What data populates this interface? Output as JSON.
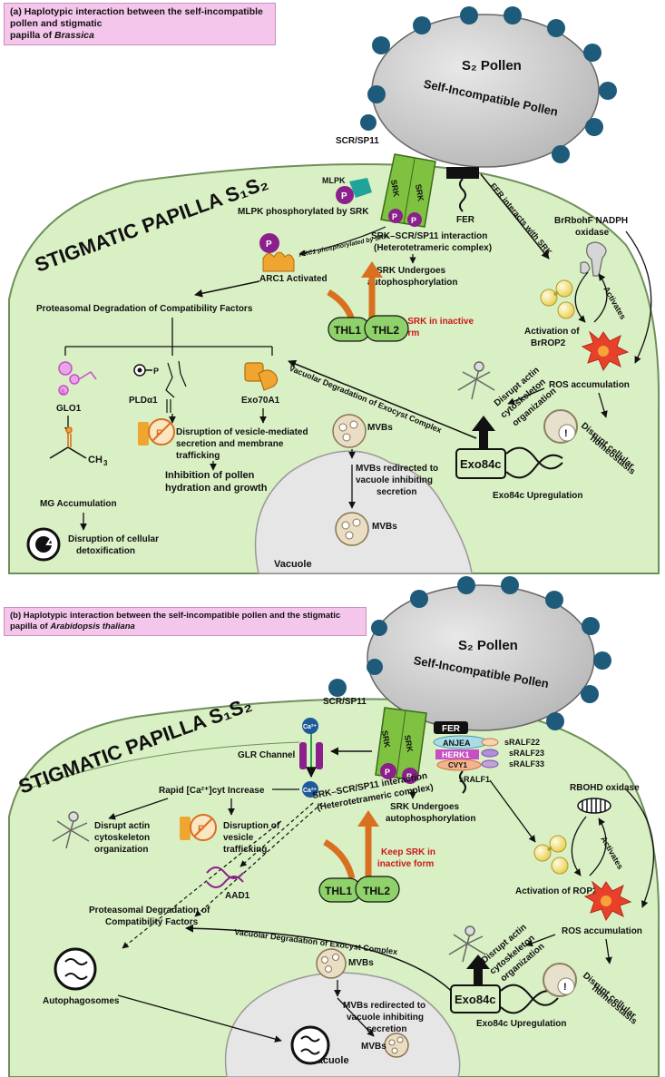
{
  "panel_a": {
    "caption_line1": "(a) Haplotypic interaction between the self-incompatible pollen and stigmatic",
    "caption_line2_pre": "papilla of ",
    "caption_line2_italic": "Brassica",
    "pollen_title": "S₂ Pollen",
    "pollen_subtitle": "Self-Incompatible Pollen",
    "scr": "SCR/SP11",
    "papilla_title": "STIGMATIC PAPILLA S₁S₂",
    "srk": "SRK",
    "p": "P",
    "mlpk": "MLPK",
    "mlpk_phos": "MLPK phosphorylated by SRK",
    "arc1_phos": "ARC1 phosphorylated by SRK",
    "arc1_activated": "ARC1 Activated",
    "fer": "FER",
    "fer_interacts": "FER interacts with SRK",
    "brrboh_l1": "BrRbohF NADPH",
    "brrboh_l2": "oxidase",
    "activates": "Activates",
    "activation_rop2_l1": "Activation of",
    "activation_rop2_l2": "BrROP2",
    "ros": "ROS accumulation",
    "disrupt_actin_l1": "Disrupt actin",
    "disrupt_actin_l2": "cytoskeleton",
    "disrupt_actin_l3": "organization",
    "disrupt_homeo_l1": "Disrupt cellular",
    "disrupt_homeo_l2": "homeostasis",
    "srk_interaction_l1": "SRK–SCR/SP11 interaction",
    "srk_interaction_l2": "(Heterotetrameric complex)",
    "srk_auto_l1": "SRK Undergoes",
    "srk_auto_l2": "autophosphorylation",
    "keep_srk_l1": "Keep SRK in inactive",
    "keep_srk_l2": "form",
    "thl1": "THL1",
    "thl2": "THL2",
    "proteasomal": "Proteasomal Degradation of Compatibility Factors",
    "glo1": "GLO1",
    "pld": "PLDα1",
    "exo70": "Exo70A1",
    "disruption_l1": "Disruption of  vesicle-mediated",
    "disruption_l2": "secretion and membrane",
    "disruption_l3": "trafficking",
    "inhibition_l1": "Inhibition of pollen",
    "inhibition_l2": "hydration and growth",
    "ch3": "CH",
    "sub3": "3",
    "mg_accum": "MG Accumulation",
    "detox_l1": "Disruption of cellular",
    "detox_l2": "detoxification",
    "vacuolar_deg": "Vacuolar Degradation of Exocyst Complex",
    "mvbs": "MVBs",
    "mvbs_redirect_l1": "MVBs redirected to",
    "mvbs_redirect_l2": "vacuole inhibiting",
    "mvbs_redirect_l3": "secretion",
    "mvbs2": "MVBs",
    "exo84c": "Exo84c",
    "exo84c_up": "Exo84c Upregulation",
    "vacuole": "Vacuole",
    "s_label": "S",
    "p_label": "P",
    "f_label": "F"
  },
  "panel_b": {
    "caption_line1": "(b) Haplotypic interaction between the self-incompatible pollen and the stigmatic",
    "caption_line2_pre": "papilla of ",
    "caption_line2_italic": "Arabidopsis thaliana",
    "pollen_title": "S₂ Pollen",
    "pollen_subtitle": "Self-Incompatible Pollen",
    "scr": "SCR/SP11",
    "papilla_title": "STIGMATIC PAPILLA S₁S₂",
    "srk": "SRK",
    "p": "P",
    "fer": "FER",
    "anjea": "ANJEA",
    "herk1": "HERK1",
    "cvy1": "CVY1",
    "sralf22": "sRALF22",
    "sralf23": "sRALF23",
    "sralf33": "sRALF33",
    "sralf1": "sRALF1",
    "ca_top": "Ca²⁺",
    "ca_bottom": "Ca²⁺",
    "glr": "GLR Channel",
    "rapid_ca": "Rapid [Ca²⁺]cyt Increase",
    "srk_interaction_l1": "SRK–SCR/SP11 interaction",
    "srk_interaction_l2": "(Heterotetrameric complex)",
    "srk_auto_l1": "SRK Undergoes",
    "srk_auto_l2": "autophosphorylation",
    "disrupt_actin_l1": "Disrupt actin",
    "disrupt_actin_l2": "cytoskeleton",
    "disrupt_actin_l3": "organization",
    "disruption_ves_l1": "Disruption of",
    "disruption_ves_l2": "vesicle",
    "disruption_ves_l3": "trafficking",
    "aad1": "AAD1",
    "keep_srk_l1": "Keep SRK in",
    "keep_srk_l2": "inactive form",
    "thl1": "THL1",
    "thl2": "THL2",
    "proteasomal_l1": "Proteasomal Degradation of",
    "proteasomal_l2": "Compatibility Factors",
    "vacuolar_deg": "Vacuolar Degradation of Exocyst Complex",
    "rbohd": "RBOHD oxidase",
    "activates": "Activates",
    "activation_rop2": "Activation of ROP2",
    "ros": "ROS accumulation",
    "disrupt_actin2_l1": "Disrupt actin",
    "disrupt_actin2_l2": "cytoskeleton",
    "disrupt_actin2_l3": "organization",
    "disrupt_homeo_l1": "Disrupt cellular",
    "disrupt_homeo_l2": "homeostasis",
    "autophagosomes": "Autophagosomes",
    "mvbs": "MVBs",
    "mvbs_redirect_l1": "MVBs redirected to",
    "mvbs_redirect_l2": "vacuole inhibiting",
    "mvbs_redirect_l3": "secretion",
    "mvbs2": "MVBs",
    "exo84c": "Exo84c",
    "exo84c_up": "Exo84c Upregulation",
    "vacuole": "Vacuole",
    "f_label": "F"
  },
  "colors": {
    "papilla_fill": "#d9efc4",
    "papilla_stroke": "#6f8f5a",
    "pollen_fill": "#cfcfcf",
    "pollen_dot": "#1e5a7a",
    "srk_green": "#7fc241",
    "p_purple": "#8b1f8b",
    "caption_bg": "#f5c6ec",
    "inhibitor_orange": "#d9701f",
    "keep_red": "#cc1a1a",
    "thl_fill": "#8fd16a",
    "glo_pink": "#c84ec8",
    "exo_orange": "#f1a531",
    "rop_yellow": "#f4e27a",
    "ros_red": "#e8412b",
    "vacuole_fill": "#e6e6e6"
  }
}
